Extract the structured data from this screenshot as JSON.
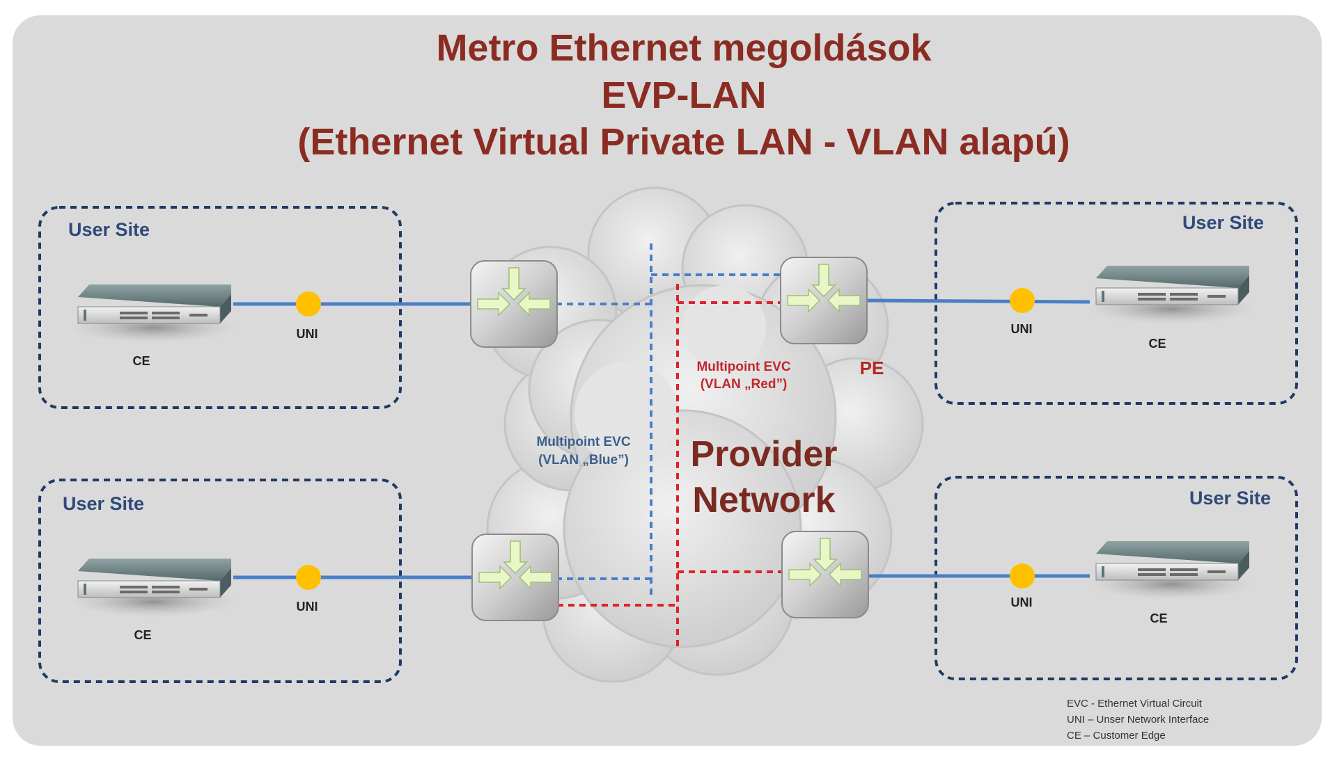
{
  "title": {
    "line1": "Metro Ethernet megoldások",
    "line2": "EVP-LAN",
    "line3": "(Ethernet Virtual Private LAN - VLAN alapú)"
  },
  "sites": [
    {
      "label": "User Site",
      "uni": "UNI",
      "ce": "CE"
    },
    {
      "label": "User Site",
      "uni": "UNI",
      "ce": "CE"
    },
    {
      "label": "User Site",
      "uni": "UNI",
      "ce": "CE"
    },
    {
      "label": "User Site",
      "uni": "UNI",
      "ce": "CE"
    }
  ],
  "evc_red": {
    "line1": "Multipoint EVC",
    "line2": "(VLAN „Red”)"
  },
  "evc_blue": {
    "line1": "Multipoint EVC",
    "line2": "(VLAN „Blue”)"
  },
  "pe_label": "PE",
  "provider": {
    "line1": "Provider",
    "line2": "Network"
  },
  "legend": [
    "EVC - Ethernet Virtual Circuit",
    "UNI – Unser Network Interface",
    "CE – Customer Edge"
  ],
  "colors": {
    "title": "#8b2c22",
    "link_blue": "#4a7fc8",
    "link_red": "#e0222a",
    "uni_dot": "#ffc000",
    "site_border": "#1f3a64"
  }
}
